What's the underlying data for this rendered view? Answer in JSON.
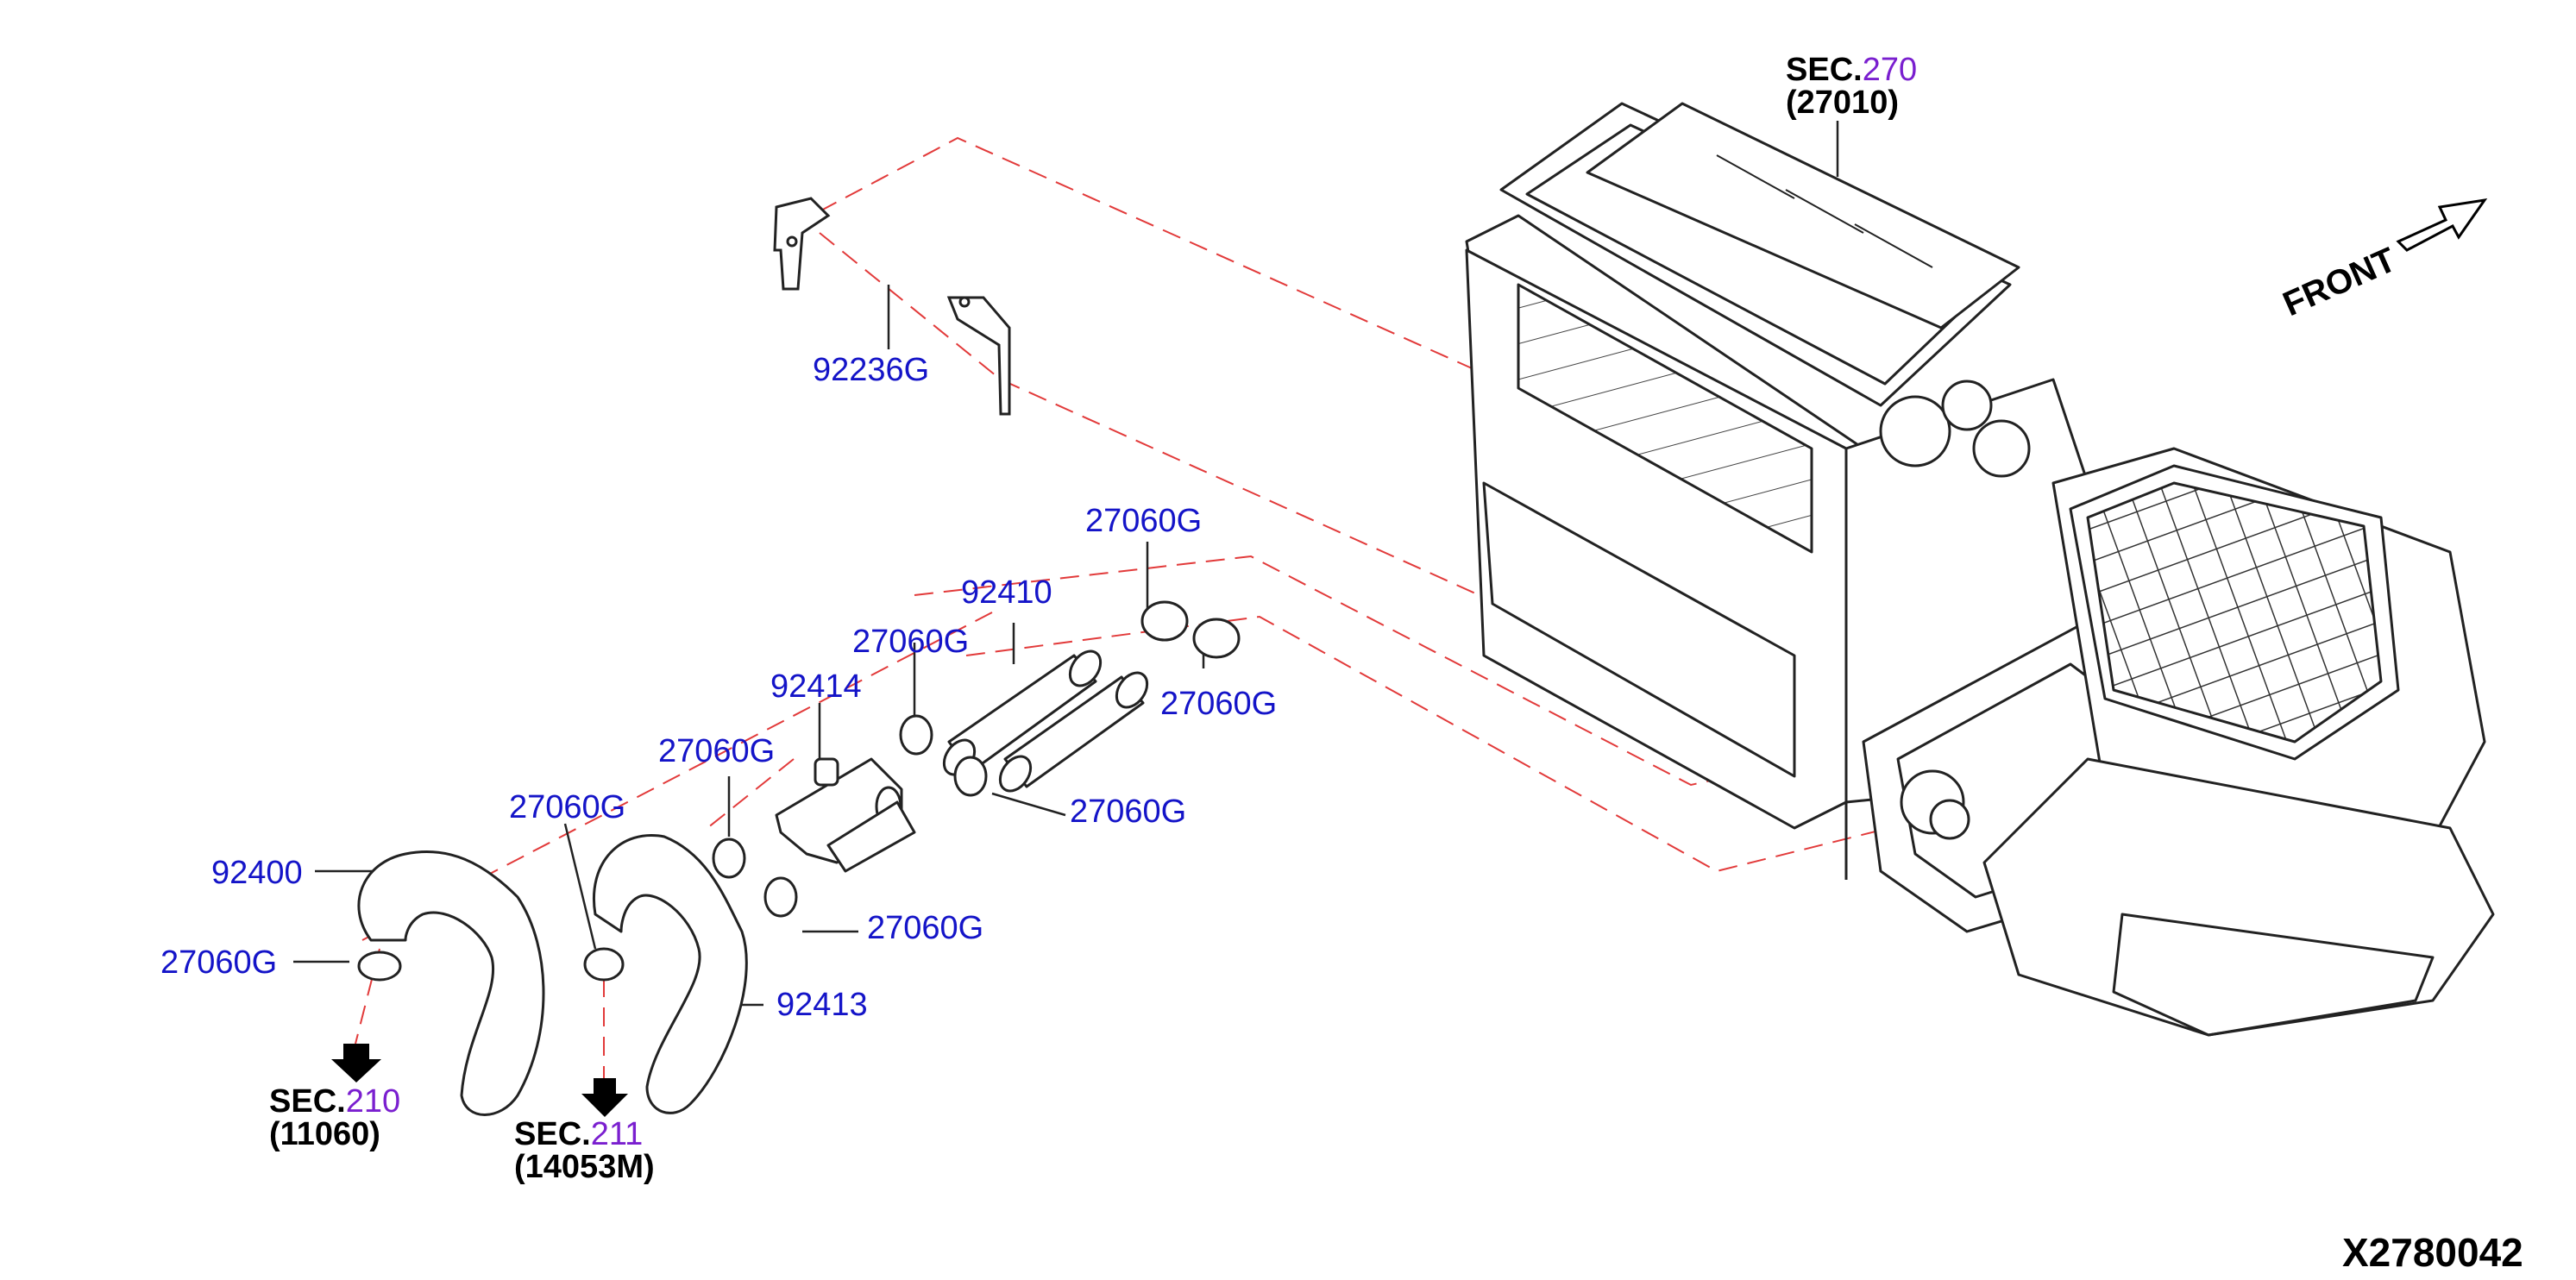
{
  "colors": {
    "part_label": "#1414c8",
    "section_number": "#7a1fcf",
    "dash_line": "#e23a3a",
    "line_art": "#222222"
  },
  "sections": [
    {
      "prefix": "SEC.",
      "number": "270",
      "ref": "(27010)"
    },
    {
      "prefix": "SEC.",
      "number": "210",
      "ref": "(11060)"
    },
    {
      "prefix": "SEC.",
      "number": "211",
      "ref": "(14053M)"
    }
  ],
  "parts": [
    {
      "code": "92236G"
    },
    {
      "code": "27060G"
    },
    {
      "code": "92410"
    },
    {
      "code": "27060G"
    },
    {
      "code": "27060G"
    },
    {
      "code": "92414"
    },
    {
      "code": "27060G"
    },
    {
      "code": "27060G"
    },
    {
      "code": "27060G"
    },
    {
      "code": "92400"
    },
    {
      "code": "27060G"
    },
    {
      "code": "27060G"
    },
    {
      "code": "92413"
    }
  ],
  "front_label": "FRONT",
  "figure_id": "X2780042"
}
